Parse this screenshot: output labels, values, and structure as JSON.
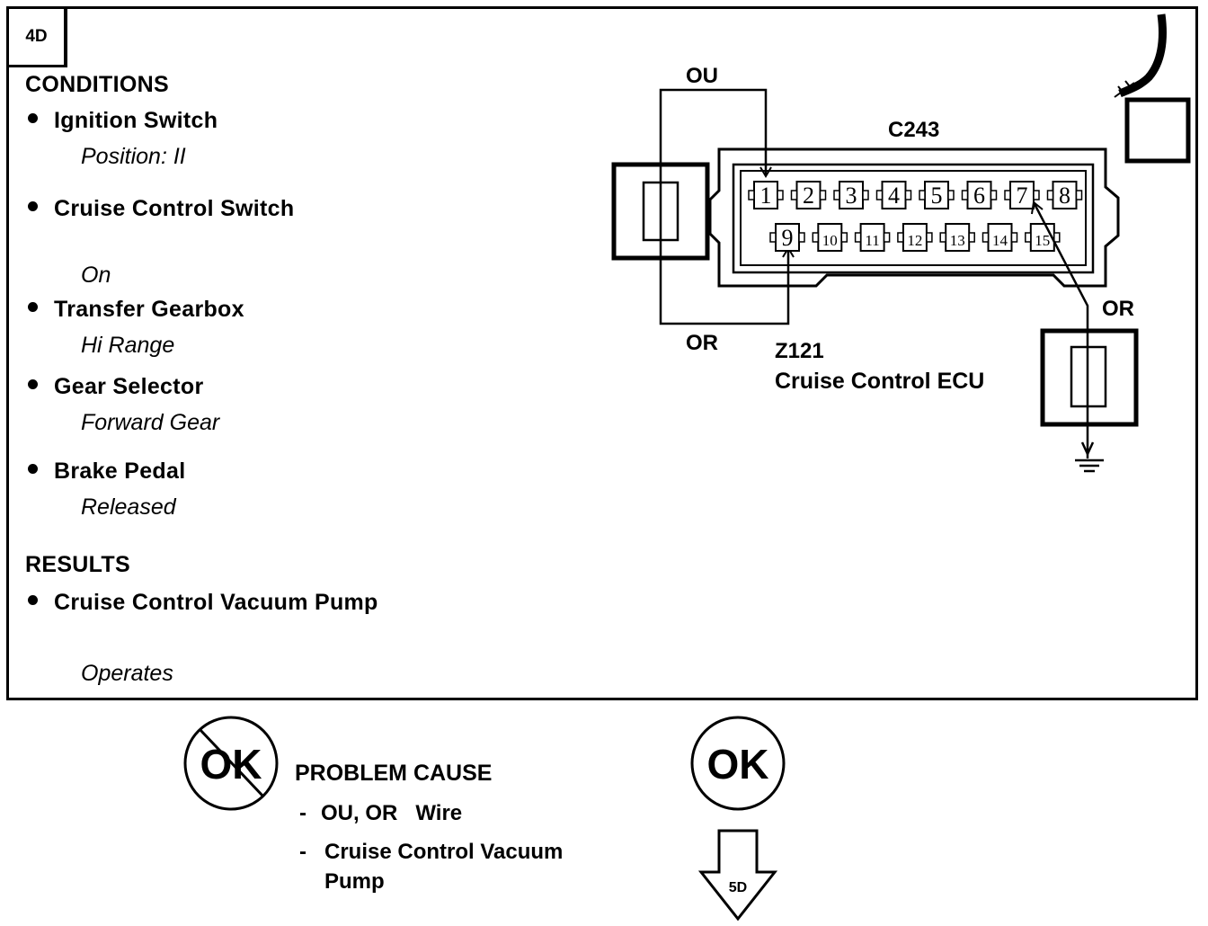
{
  "step": "4D",
  "conditions": {
    "heading": "CONDITIONS",
    "items": [
      {
        "label": "Ignition Switch",
        "value": "Position: II"
      },
      {
        "label": "Cruise Control Switch",
        "value": "On"
      },
      {
        "label": "Transfer Gearbox",
        "value": "Hi Range"
      },
      {
        "label": "Gear Selector",
        "value": "Forward Gear"
      },
      {
        "label": "Brake Pedal",
        "value": "Released"
      }
    ]
  },
  "results": {
    "heading": "RESULTS",
    "items": [
      {
        "label": "Cruise Control Vacuum Pump",
        "value": "Operates"
      }
    ]
  },
  "diagram": {
    "connector_id": "C243",
    "component_code": "Z121",
    "component_name": "Cruise Control ECU",
    "wire_top": "OU",
    "wire_bottom_left": "OR",
    "wire_right": "OR",
    "pins_top": [
      "1",
      "2",
      "3",
      "4",
      "5",
      "6",
      "7",
      "8"
    ],
    "pins_bottom": [
      "9",
      "10",
      "11",
      "12",
      "13",
      "14",
      "15"
    ]
  },
  "outcomes": {
    "not_ok_symbol": "OK",
    "ok_symbol": "OK",
    "problem_cause": {
      "heading": "PROBLEM CAUSE",
      "items": [
        "OU, OR   Wire",
        "Cruise Control Vacuum\nPump"
      ]
    },
    "next_step": "5D"
  }
}
